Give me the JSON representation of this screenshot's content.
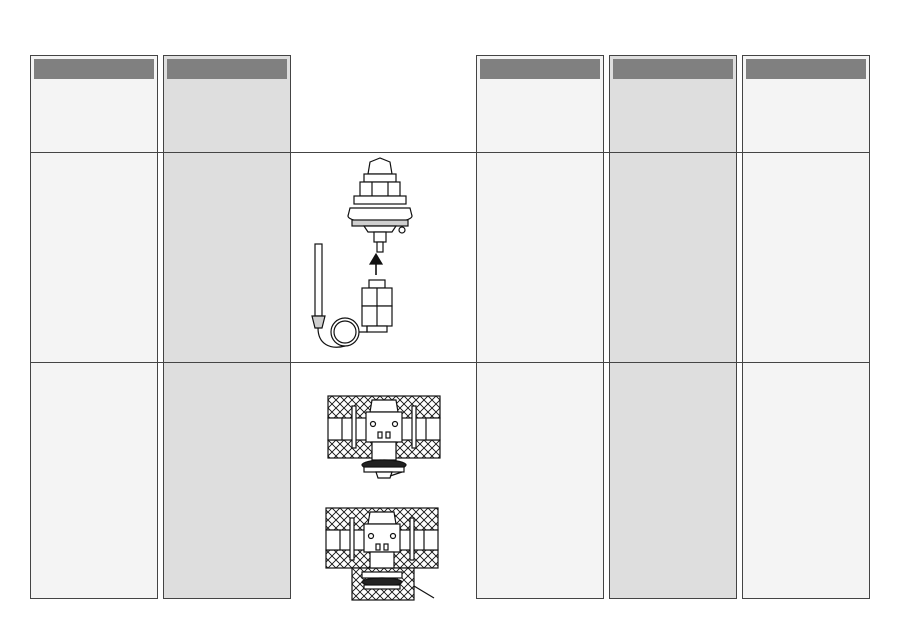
{
  "page": {
    "background": "#ffffff",
    "columns": [
      {
        "id": "col-1",
        "shade": "light",
        "header_text": ""
      },
      {
        "id": "col-2",
        "shade": "dark",
        "header_text": ""
      },
      {
        "id": "col-4",
        "shade": "light",
        "header_text": ""
      },
      {
        "id": "col-5",
        "shade": "dark",
        "header_text": ""
      },
      {
        "id": "col-6",
        "shade": "light",
        "header_text": ""
      }
    ],
    "colors": {
      "light_column": "#f4f4f4",
      "dark_column": "#dedede",
      "header_bar": "#808080",
      "line": "#444444"
    }
  },
  "figures": [
    {
      "id": "actuator-mounting-illustration",
      "caption": ""
    },
    {
      "id": "valve-insulation-illustration-top",
      "caption": ""
    },
    {
      "id": "valve-insulation-illustration-bottom",
      "caption": ""
    }
  ]
}
